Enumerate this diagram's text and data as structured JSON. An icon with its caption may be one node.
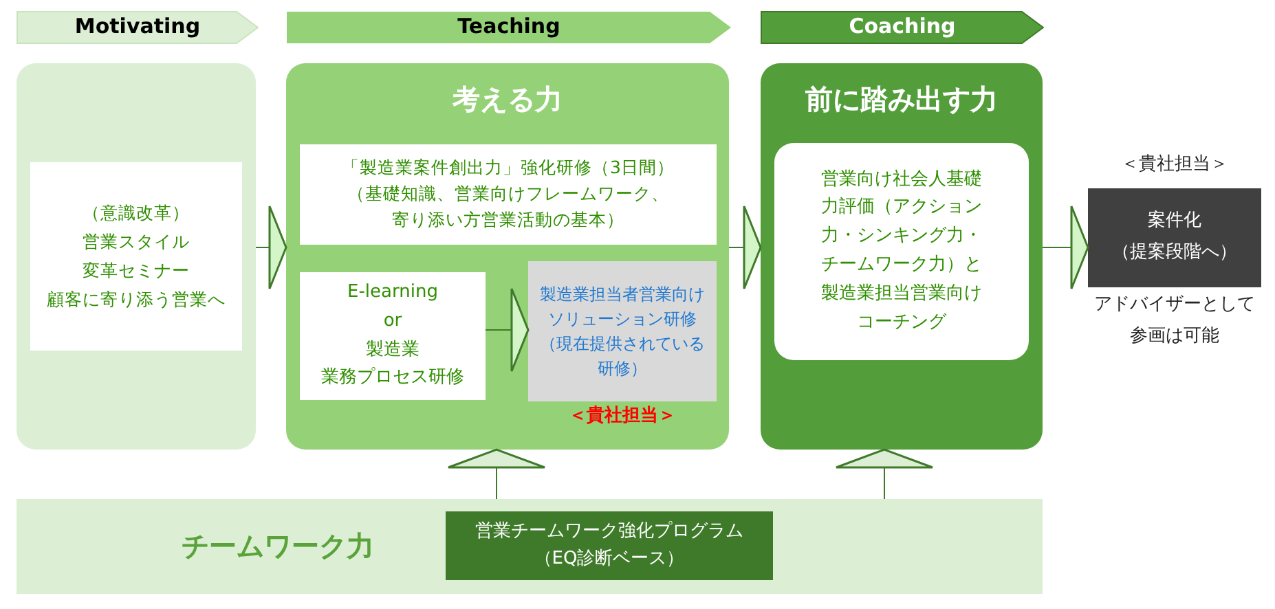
{
  "diagram": {
    "nodes": [
      {
        "text": [
          "Motivating"
        ]
      },
      {
        "text": [
          "Teaching"
        ]
      },
      {
        "text": [
          "Coaching"
        ]
      },
      {
        "text": [],
        "shape": "box"
      },
      {
        "text": [
          "（意識改革）",
          "営業スタイル",
          "変革セミナー",
          "顧客に寄り添う営業へ"
        ],
        "in": 3
      },
      {
        "text": [
          "考える力"
        ]
      },
      {
        "text": [
          "「製造業案件創出力」強化研修（3日間）",
          "（基礎知識、営業向けフレームワーク、寄り添い方営業活動の基本）"
        ],
        "in": 5
      },
      {
        "text": [
          "E-learning",
          "or",
          "製造業",
          "業務プロセス研修"
        ],
        "in": 5
      },
      {
        "text": [
          "製造業担当者営業向けソリューション研修",
          "（現在提供されている研修）"
        ],
        "in": 5,
        "beside": [
          "＜貴社担当＞"
        ]
      },
      {
        "text": [
          "前に踏み出す力"
        ]
      },
      {
        "text": [
          "営業向け社会人基礎力評価（アクション力・シンキング力・チームワーク力）と製造業担当営業向けコーチング"
        ],
        "in": 9
      },
      {
        "text": [
          "案件化",
          "（提案段階へ）"
        ],
        "beside": [
          "＜貴社担当＞",
          "アドバイザーとして参画は可能"
        ]
      },
      {
        "text": [
          "チームワーク力"
        ]
      },
      {
        "text": [
          "営業チームワーク強化プログラム",
          "（EQ診断ベース）"
        ],
        "in": 12
      }
    ],
    "edges": [
      {
        "from": 3,
        "to": 5,
        "arrow": "to"
      },
      {
        "from": 7,
        "to": 8,
        "arrow": "to"
      },
      {
        "from": 5,
        "to": 9,
        "arrow": "to"
      },
      {
        "from": 9,
        "to": 11,
        "arrow": "to"
      },
      {
        "from": 12,
        "to": 5,
        "arrow": "to"
      },
      {
        "from": 12,
        "to": 9,
        "arrow": "to"
      }
    ]
  }
}
